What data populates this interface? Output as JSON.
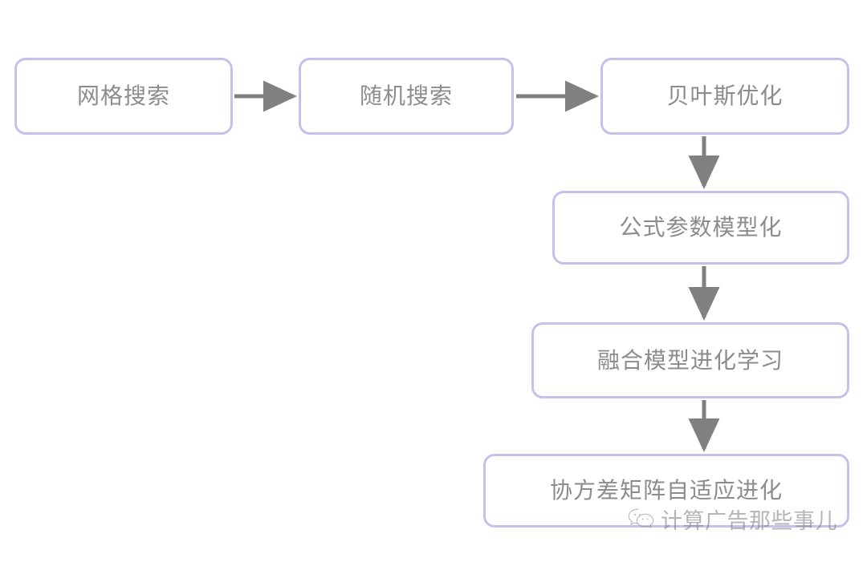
{
  "diagram": {
    "type": "flowchart",
    "title": "",
    "background_color": "#ffffff",
    "node_border_color": "#c6c0ea",
    "node_fill_color": "#ffffff",
    "node_text_color": "#8c8c8c",
    "edge_color": "#808080",
    "nodes": [
      {
        "id": "grid-search",
        "label": "网格搜索"
      },
      {
        "id": "random-search",
        "label": "随机搜索"
      },
      {
        "id": "bayes-opt",
        "label": "贝叶斯优化"
      },
      {
        "id": "formula-param",
        "label": "公式参数模型化"
      },
      {
        "id": "fusion-evolution",
        "label": "融合模型进化学习"
      },
      {
        "id": "cmaes",
        "label": "协方差矩阵自适应进化"
      }
    ],
    "edges": [
      {
        "from": "grid-search",
        "to": "random-search",
        "direction": "right"
      },
      {
        "from": "random-search",
        "to": "bayes-opt",
        "direction": "right"
      },
      {
        "from": "bayes-opt",
        "to": "formula-param",
        "direction": "down"
      },
      {
        "from": "formula-param",
        "to": "fusion-evolution",
        "direction": "down"
      },
      {
        "from": "fusion-evolution",
        "to": "cmaes",
        "direction": "down"
      }
    ]
  },
  "watermark": {
    "icon": "wechat-icon",
    "text": "计算广告那些事儿"
  }
}
